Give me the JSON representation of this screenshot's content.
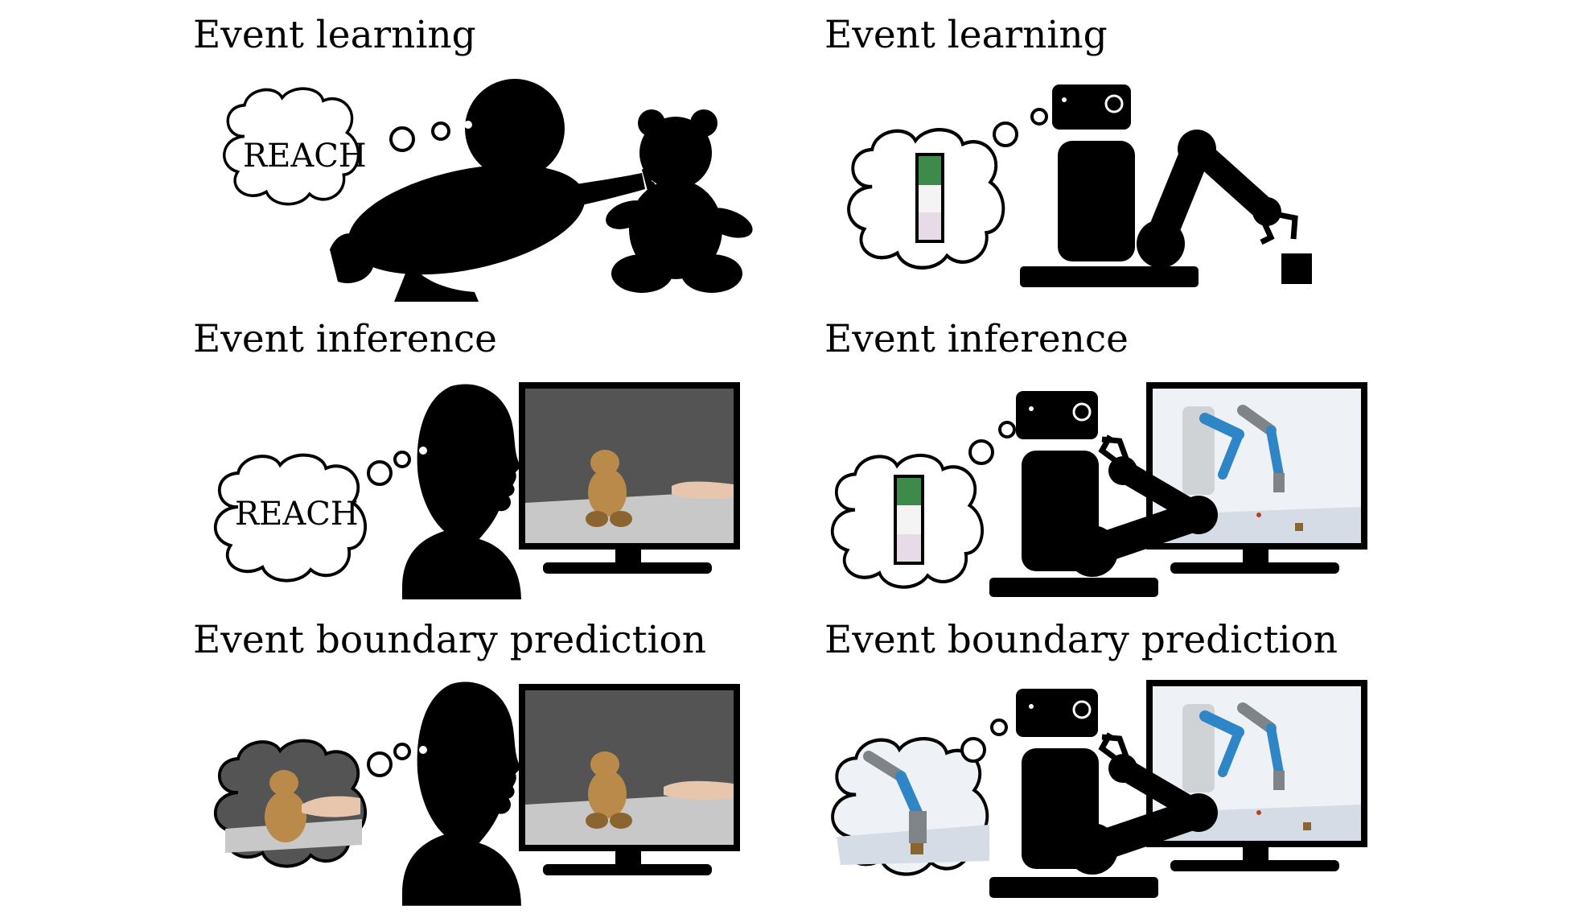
{
  "rows": [
    {
      "left_title": "Event learning",
      "right_title": "Event learning",
      "thought_text": "REACH"
    },
    {
      "left_title": "Event inference",
      "right_title": "Event inference",
      "thought_text": "REACH"
    },
    {
      "left_title": "Event boundary prediction",
      "right_title": "Event boundary prediction"
    }
  ],
  "colors": {
    "silhouette": "#000000",
    "screen_background": "#545454",
    "table_surface": "#c8c8c8",
    "plush_toy": "#b98a4a",
    "robot_screen_background": "#eef1f5",
    "robot_arm_blue": "#2f86c6",
    "robot_arm_gray": "#7f8489",
    "gauge_top": "#3e8a4a",
    "gauge_middle": "#f4f4f4",
    "gauge_bottom": "#e6dbe6"
  },
  "icons": [
    "thought-bubble-icon",
    "infant-silhouette",
    "child-silhouette",
    "teddy-bear-silhouette",
    "robot-silhouette",
    "monitor-icon",
    "gauge-bar-icon"
  ]
}
